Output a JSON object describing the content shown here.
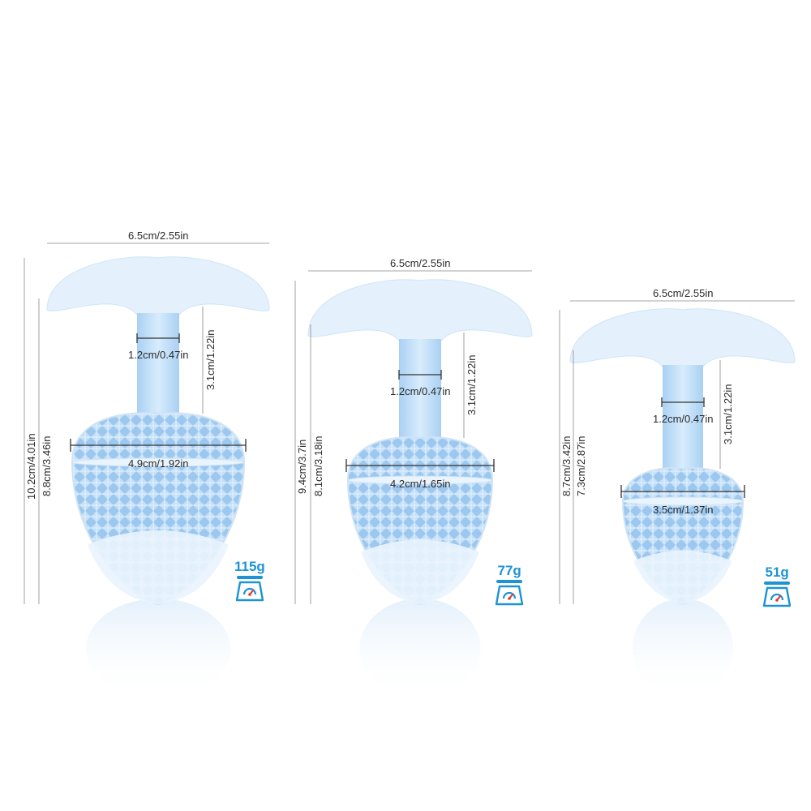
{
  "products": [
    {
      "id": "large",
      "head_width": "6.5cm/2.55in",
      "neck_width": "1.2cm/0.47in",
      "neck_length": "3.1cm/1.22in",
      "total_length": "10.2cm/4.01in",
      "insertable_length": "8.8cm/3.46in",
      "bulb_width": "4.9cm/1.92in",
      "weight": "115g"
    },
    {
      "id": "medium",
      "head_width": "6.5cm/2.55in",
      "neck_width": "1.2cm/0.47in",
      "neck_length": "3.1cm/1.22in",
      "total_length": "9.4cm/3.7in",
      "insertable_length": "8.1cm/3.18in",
      "bulb_width": "4.2cm/1.65in",
      "weight": "77g"
    },
    {
      "id": "small",
      "head_width": "6.5cm/2.55in",
      "neck_width": "1.2cm/0.47in",
      "neck_length": "3.1cm/1.22in",
      "total_length": "8.7cm/3.42in",
      "insertable_length": "7.3cm/2.87in",
      "bulb_width": "3.5cm/1.37in",
      "weight": "51g"
    }
  ],
  "icons": {
    "weight": "scale-icon"
  },
  "colors": {
    "accent": "#1d93d6",
    "glass": "#b8d9f6",
    "line": "#333333"
  }
}
